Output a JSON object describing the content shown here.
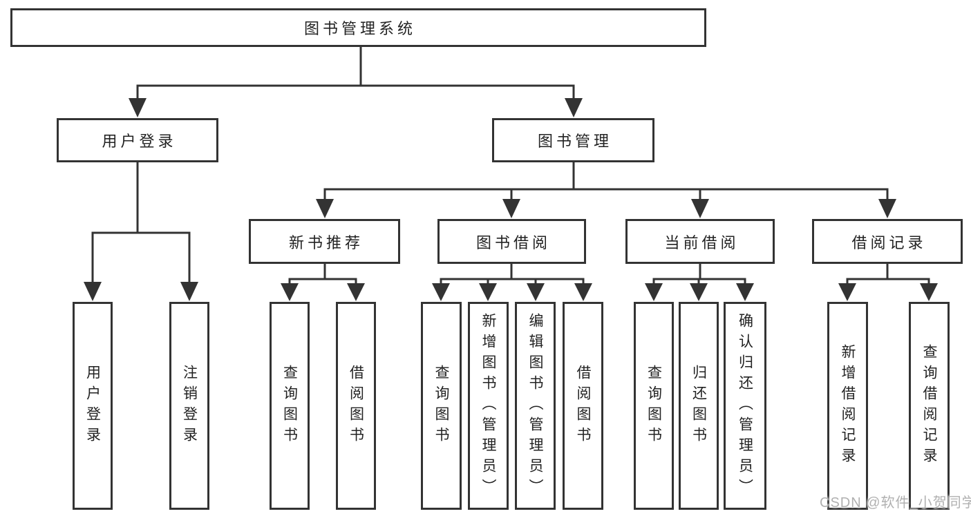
{
  "diagram": {
    "root": {
      "label": "图书管理系统",
      "children": [
        {
          "label": "用户登录",
          "children": [
            {
              "label": "用户登录"
            },
            {
              "label": "注销登录"
            }
          ]
        },
        {
          "label": "图书管理",
          "children": [
            {
              "label": "新书推荐",
              "children": [
                {
                  "label": "查询图书"
                },
                {
                  "label": "借阅图书"
                }
              ]
            },
            {
              "label": "图书借阅",
              "children": [
                {
                  "label": "查询图书"
                },
                {
                  "label": "新增图书（管理员）"
                },
                {
                  "label": "编辑图书（管理员）"
                },
                {
                  "label": "借阅图书"
                }
              ]
            },
            {
              "label": "当前借阅",
              "children": [
                {
                  "label": "查询图书"
                },
                {
                  "label": "归还图书"
                },
                {
                  "label": "确认归还（管理员）"
                }
              ]
            },
            {
              "label": "借阅记录",
              "children": [
                {
                  "label": "新增借阅记录"
                },
                {
                  "label": "查询借阅记录"
                }
              ]
            }
          ]
        }
      ]
    },
    "colors": {
      "line": "#333333",
      "text": "#222222",
      "background": "#ffffff",
      "watermark": "#b0b0b0"
    }
  },
  "watermark": {
    "text": "CSDN @软件_小贺同学"
  }
}
